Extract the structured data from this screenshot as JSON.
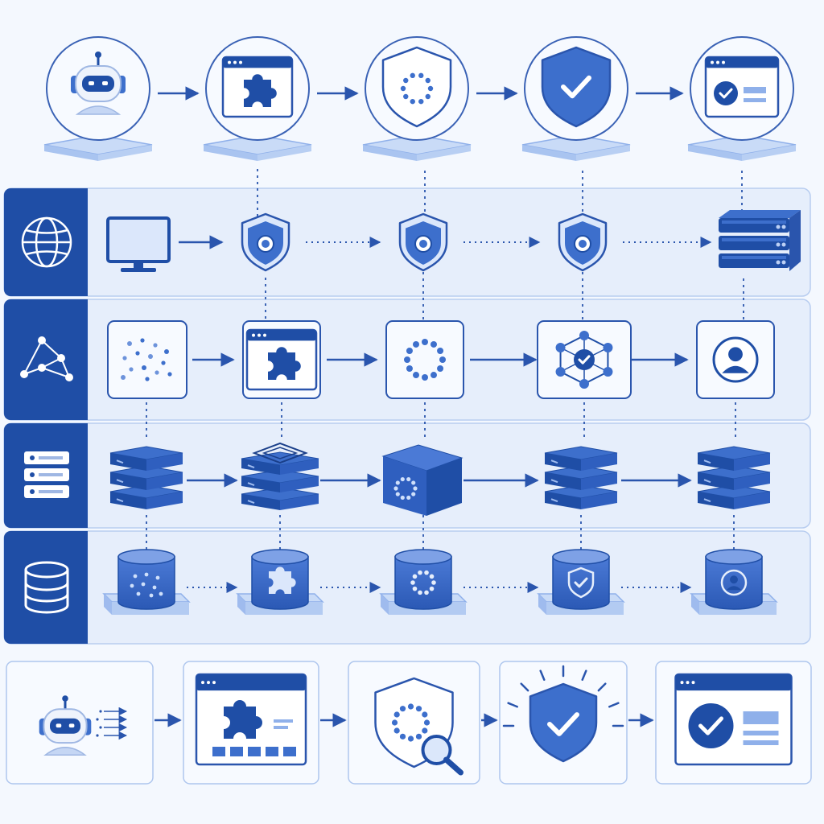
{
  "palette": {
    "dark": "#1f4ea6",
    "mid": "#3d6fcc",
    "light": "#dbe7fb",
    "lighter": "#ecf2fd",
    "panel": "#e6eefb",
    "stroke": "#2a55ad",
    "background": "#f4f8fe"
  },
  "top_flow": [
    {
      "icon": "robot-icon"
    },
    {
      "icon": "puzzle-window-icon"
    },
    {
      "icon": "shield-loading-icon"
    },
    {
      "icon": "shield-check-icon"
    },
    {
      "icon": "window-check-icon"
    }
  ],
  "lanes": [
    {
      "icon": "globe-icon",
      "nodes": [
        "monitor-icon",
        "shield-lock-icon",
        "shield-lock-icon",
        "shield-lock-icon",
        "server-rack-icon"
      ],
      "links": [
        "solid",
        "dotted",
        "dotted",
        "dotted"
      ]
    },
    {
      "icon": "network-graph-icon",
      "nodes": [
        "dots-cluster-icon",
        "puzzle-window-icon",
        "loading-ring-icon",
        "hex-network-check-icon",
        "user-avatar-icon"
      ],
      "links": [
        "solid",
        "solid",
        "solid",
        "solid"
      ]
    },
    {
      "icon": "server-stack-icon",
      "nodes": [
        "server-stack-3d-icon",
        "server-chip-3d-icon",
        "cube-ring-icon",
        "server-stack-3d-icon",
        "server-stack-3d-icon"
      ],
      "links": [
        "solid",
        "solid",
        "solid",
        "solid"
      ]
    },
    {
      "icon": "database-icon",
      "nodes": [
        "db-dots-icon",
        "db-puzzle-icon",
        "db-ring-icon",
        "db-shield-icon",
        "db-user-icon"
      ],
      "links": [
        "dotted",
        "dotted",
        "dotted",
        "dotted"
      ]
    }
  ],
  "bottom_flow": [
    {
      "icon": "robot-transmit-icon"
    },
    {
      "icon": "browser-puzzle-icon"
    },
    {
      "icon": "shield-search-icon"
    },
    {
      "icon": "shield-check-radiant-icon"
    },
    {
      "icon": "browser-check-icon"
    }
  ]
}
